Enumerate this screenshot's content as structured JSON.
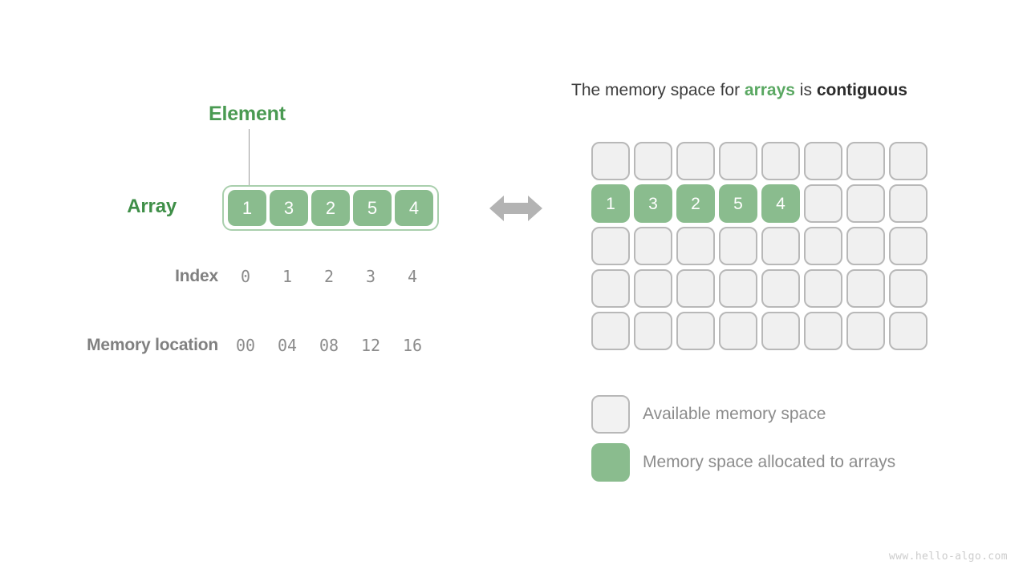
{
  "colors": {
    "green_fill": "#8abc8e",
    "green_label": "#4a9a52",
    "green_accent": "#5aa862",
    "gray_text": "#8c8c8c",
    "gray_label": "#808080",
    "cell_empty_fill": "#f0f0f0",
    "cell_empty_border": "#b8b8b8",
    "arrow": "#b3b3b3",
    "watermark": "#cccccc"
  },
  "left_panel": {
    "element_label": "Element",
    "array_label": "Array",
    "index_label": "Index",
    "memory_location_label": "Memory location",
    "array_values": [
      "1",
      "3",
      "2",
      "5",
      "4"
    ],
    "index_values": [
      "0",
      "1",
      "2",
      "3",
      "4"
    ],
    "memory_locations": [
      "00",
      "04",
      "08",
      "12",
      "16"
    ]
  },
  "center": {
    "arrow_icon": "double-headed-horizontal-arrow"
  },
  "right_panel": {
    "title": {
      "part1": "The memory space for ",
      "highlight": "arrays",
      "part2": " is ",
      "emphasis": "contiguous"
    },
    "grid": {
      "columns": 8,
      "rows": 5,
      "filled_row_index": 1,
      "filled_values": [
        "1",
        "3",
        "2",
        "5",
        "4"
      ]
    },
    "legend": [
      {
        "type": "available",
        "label": "Available memory space"
      },
      {
        "type": "allocated",
        "label": "Memory space allocated to arrays"
      }
    ]
  },
  "watermark": "www.hello-algo.com"
}
